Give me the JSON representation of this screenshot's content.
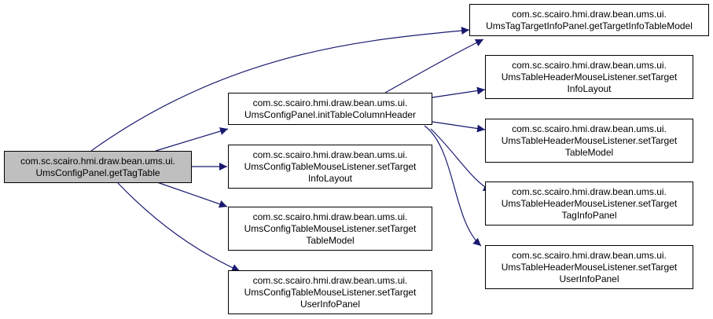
{
  "colors": {
    "edge": "#191970",
    "root_fill": "#bfbfbf",
    "node_fill": "#ffffff",
    "border": "#000000"
  },
  "nodes": {
    "root": {
      "line1": "com.sc.scairo.hmi.draw.bean.ums.ui.",
      "line2": "UmsConfigPanel.getTagTable"
    },
    "init_table_column_header": {
      "line1": "com.sc.scairo.hmi.draw.bean.ums.ui.",
      "line2": "UmsConfigPanel.initTableColumnHeader"
    },
    "config_set_target_info_layout": {
      "line1": "com.sc.scairo.hmi.draw.bean.ums.ui.",
      "line2": "UmsConfigTableMouseListener.setTarget",
      "line3": "InfoLayout"
    },
    "config_set_target_table_model": {
      "line1": "com.sc.scairo.hmi.draw.bean.ums.ui.",
      "line2": "UmsConfigTableMouseListener.setTarget",
      "line3": "TableModel"
    },
    "config_set_target_user_info_panel": {
      "line1": "com.sc.scairo.hmi.draw.bean.ums.ui.",
      "line2": "UmsConfigTableMouseListener.setTarget",
      "line3": "UserInfoPanel"
    },
    "tag_target_get_target_info_table_model": {
      "line1": "com.sc.scairo.hmi.draw.bean.ums.ui.",
      "line2": "UmsTagTargetInfoPanel.getTargetInfoTableModel"
    },
    "header_set_target_info_layout": {
      "line1": "com.sc.scairo.hmi.draw.bean.ums.ui.",
      "line2": "UmsTableHeaderMouseListener.setTarget",
      "line3": "InfoLayout"
    },
    "header_set_target_table_model": {
      "line1": "com.sc.scairo.hmi.draw.bean.ums.ui.",
      "line2": "UmsTableHeaderMouseListener.setTarget",
      "line3": "TableModel"
    },
    "header_set_target_tag_info_panel": {
      "line1": "com.sc.scairo.hmi.draw.bean.ums.ui.",
      "line2": "UmsTableHeaderMouseListener.setTarget",
      "line3": "TagInfoPanel"
    },
    "header_set_target_user_info_panel": {
      "line1": "com.sc.scairo.hmi.draw.bean.ums.ui.",
      "line2": "UmsTableHeaderMouseListener.setTarget",
      "line3": "UserInfoPanel"
    }
  },
  "edges": [
    {
      "from": "root",
      "to": "tag_target_get_target_info_table_model"
    },
    {
      "from": "root",
      "to": "init_table_column_header"
    },
    {
      "from": "root",
      "to": "config_set_target_info_layout"
    },
    {
      "from": "root",
      "to": "config_set_target_table_model"
    },
    {
      "from": "root",
      "to": "config_set_target_user_info_panel"
    },
    {
      "from": "init_table_column_header",
      "to": "tag_target_get_target_info_table_model"
    },
    {
      "from": "init_table_column_header",
      "to": "header_set_target_info_layout"
    },
    {
      "from": "init_table_column_header",
      "to": "header_set_target_table_model"
    },
    {
      "from": "init_table_column_header",
      "to": "header_set_target_tag_info_panel"
    },
    {
      "from": "init_table_column_header",
      "to": "header_set_target_user_info_panel"
    }
  ]
}
